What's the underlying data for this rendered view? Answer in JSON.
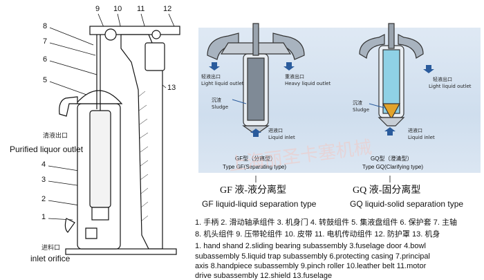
{
  "left_diagram": {
    "callout_numbers": [
      "9",
      "10",
      "11",
      "12",
      "8",
      "7",
      "6",
      "5",
      "13",
      "4",
      "3",
      "2",
      "1"
    ],
    "purified_cn": "清液出口",
    "purified_en": "Purified liquor outlet",
    "inlet_cn": "进料口",
    "inlet_en": "inlet orifice"
  },
  "gf_diagram": {
    "light_outlet_cn": "轻液出口",
    "light_outlet_en": "Light liquid outlet",
    "heavy_outlet_cn": "重液出口",
    "heavy_outlet_en": "Heavy liquid outlet",
    "sludge_cn": "沉渣",
    "sludge_en": "Sludge",
    "inlet_cn": "进液口",
    "inlet_en": "Liquid inlet",
    "type_cn": "GF型（分离型）",
    "type_en": "Type GF(Separating type)"
  },
  "gq_diagram": {
    "light_outlet_cn": "轻液出口",
    "light_outlet_en": "Light liquid outlet",
    "sludge_cn": "沉渣",
    "sludge_en": "Sludge",
    "inlet_cn": "进液口",
    "inlet_en": "Liquid inlet",
    "type_cn": "GQ型（澄清型）",
    "type_en": "Type GQ(Clarifying type)"
  },
  "captions": {
    "gf_cn": "GF 液-液分离型",
    "gf_en": "GF liquid-liquid separation type",
    "gq_cn": "GQ 液-固分离型",
    "gq_en": "GQ liquid-solid separation type"
  },
  "watermark": "上海丽圣卡塞机械",
  "legend": {
    "cn_line1": "1. 手柄  2. 滑动轴承组件  3. 机身门  4. 转鼓组件  5. 集液盘组件  6. 保护套  7. 主轴",
    "cn_line2": "8. 机头组件  9. 压带轮组件  10. 皮带  11. 电机传动组件  12. 防护罩  13. 机身",
    "en_line1": "1. hand shand  2.sliding bearing subassembly  3.fuselage door  4.bowl",
    "en_line2": "subassembly  5.liquid trap subassembly  6.protecting casing  7.principal",
    "en_line3": "axis  8.handpiece subassembly 9.pinch roller  10.leather belt  11.motor",
    "en_line4": "drive subassembly  12.shield 13.fuselage"
  }
}
